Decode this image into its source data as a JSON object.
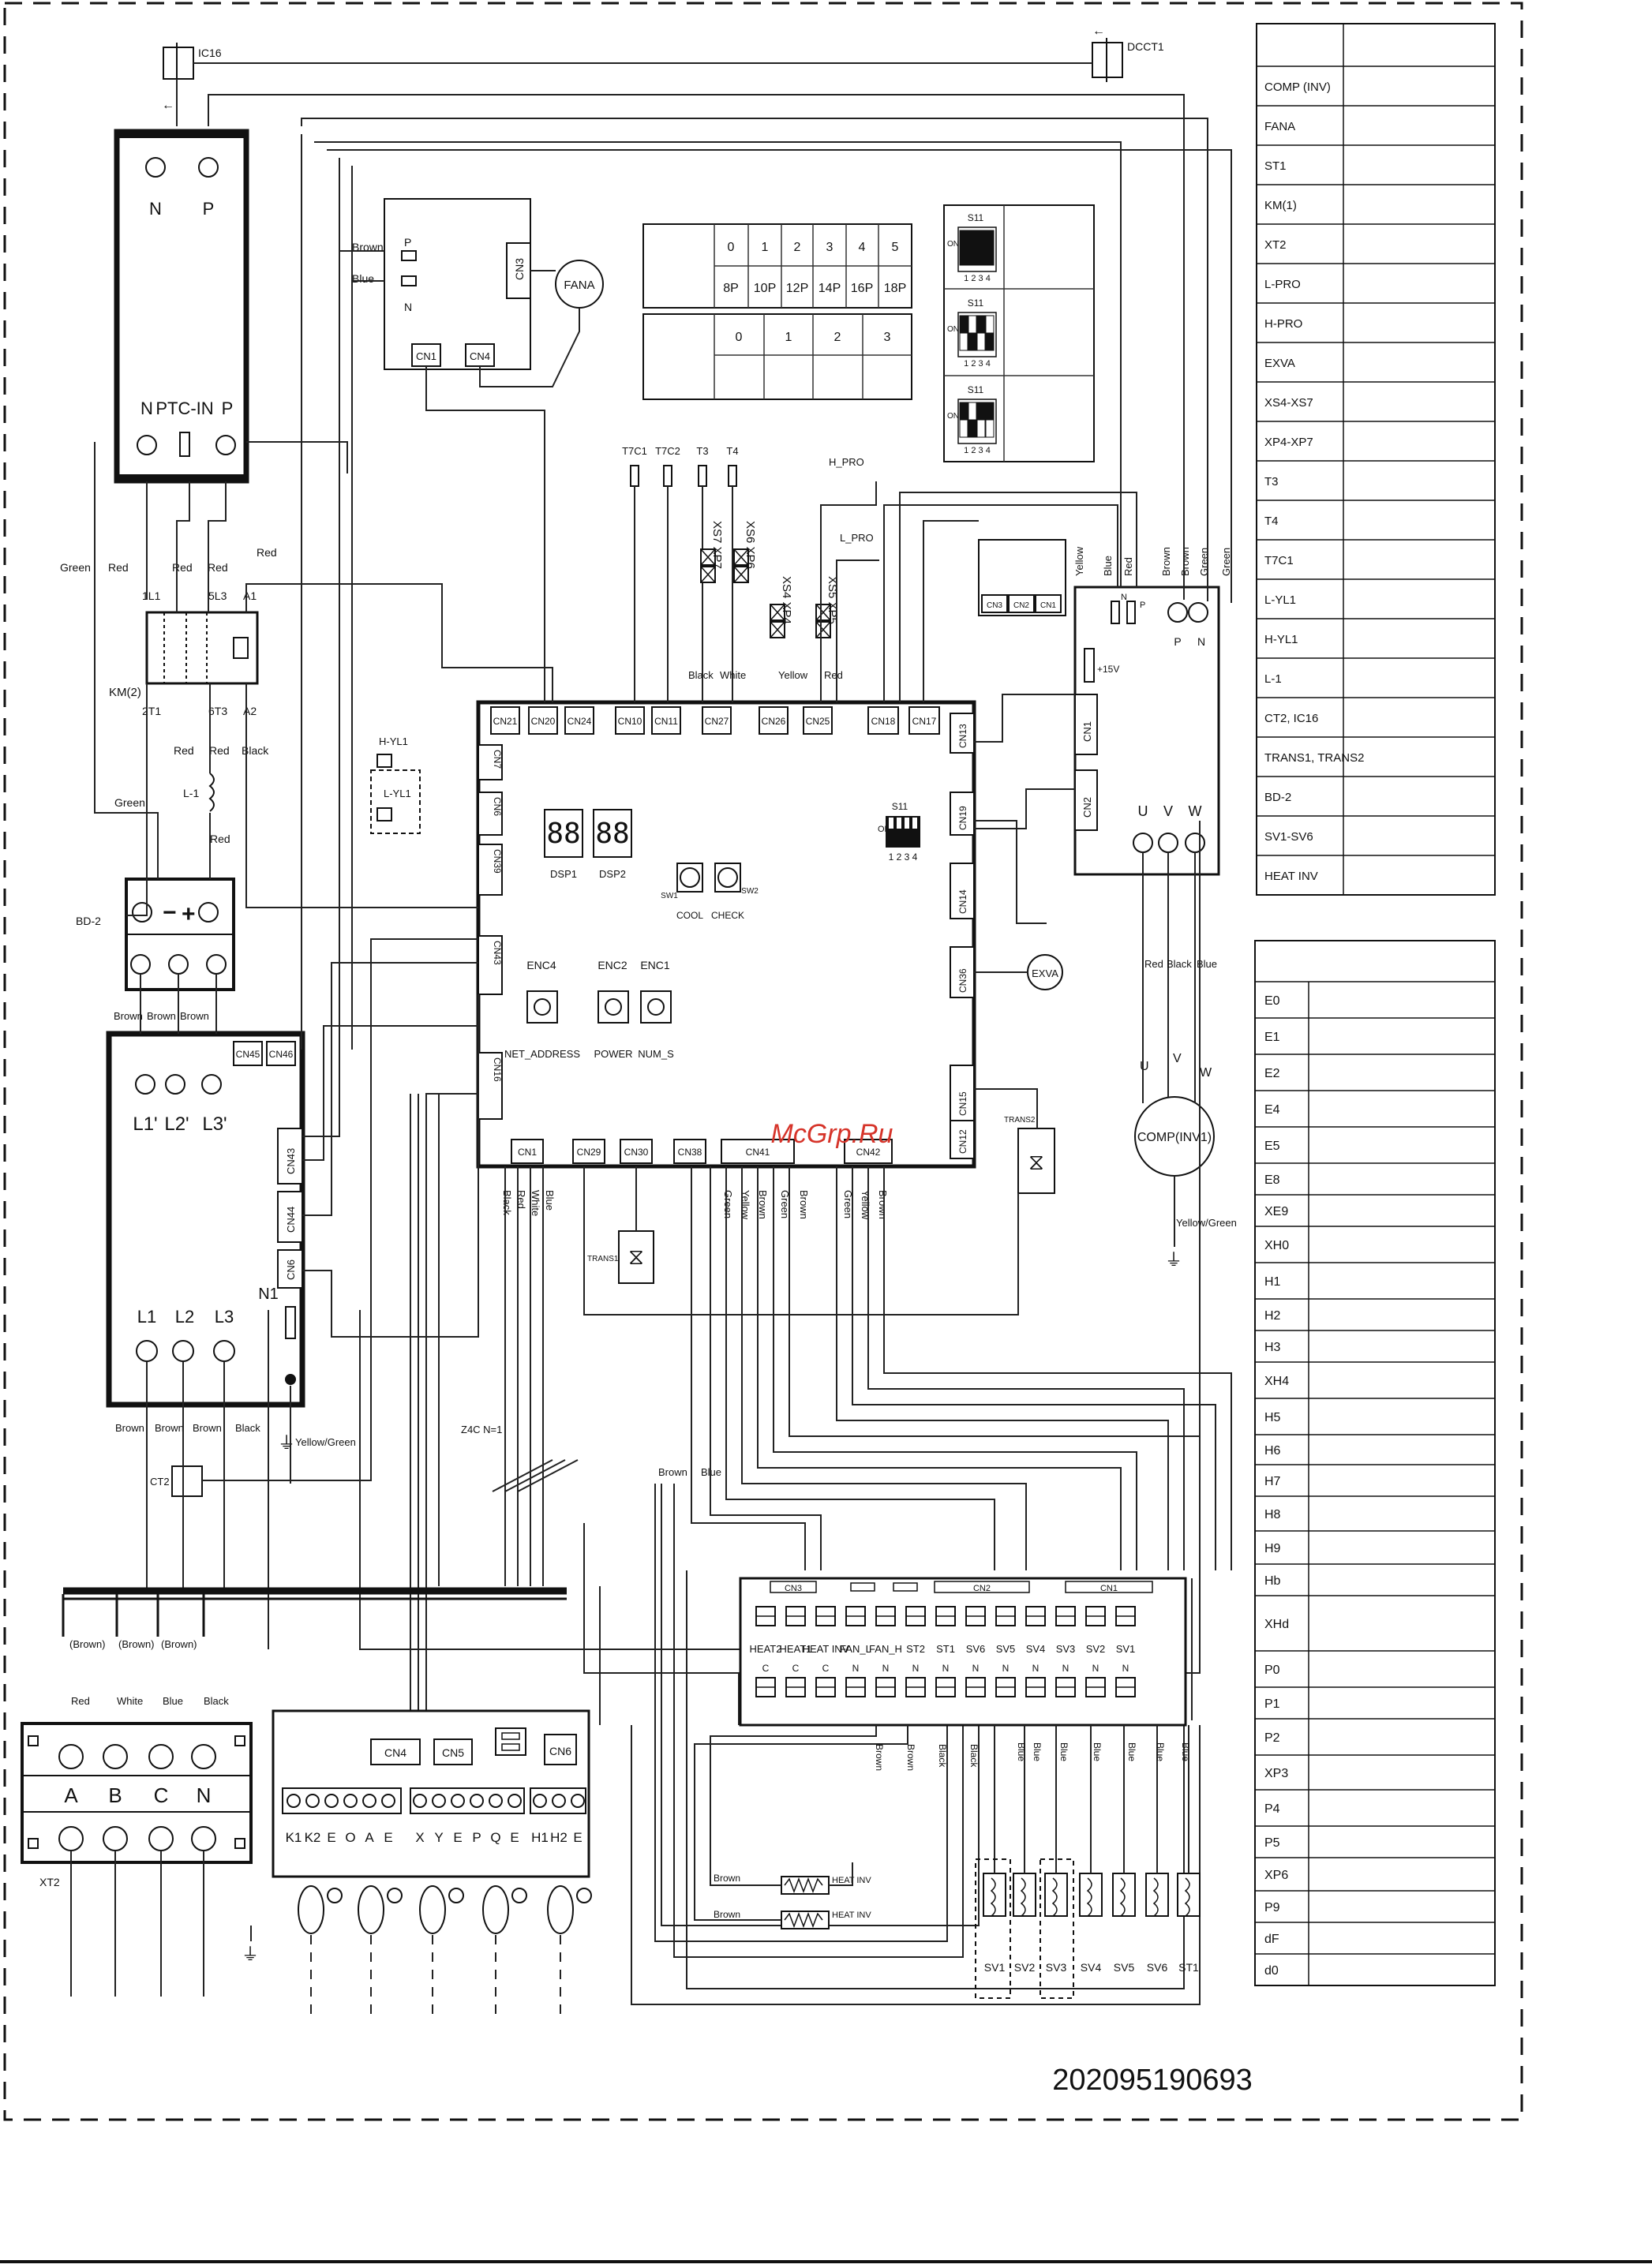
{
  "legend1": {
    "rows": [
      "COMP (INV)",
      "FANA",
      "ST1",
      "KM(1)",
      "XT2",
      "L-PRO",
      "H-PRO",
      "EXVA",
      "XS4-XS7",
      "XP4-XP7",
      "T3",
      "T4",
      "T7C1",
      "L-YL1",
      "H-YL1",
      "L-1",
      "CT2, IC16",
      "TRANS1, TRANS2",
      "BD-2",
      "SV1-SV6",
      "HEAT INV"
    ]
  },
  "legend2": {
    "rows": [
      "E0",
      "E1",
      "E2",
      "E4",
      "E5",
      "E8",
      "XE9",
      "XH0",
      "H1",
      "H2",
      "H3",
      "XH4",
      "H5",
      "H6",
      "H7",
      "H8",
      "H9",
      "Hb",
      "XHd",
      "P0",
      "P1",
      "P2",
      "XP3",
      "P4",
      "P5",
      "XP6",
      "P9",
      "dF",
      "d0"
    ]
  },
  "capacity_table": {
    "row1": [
      "0",
      "1",
      "2",
      "3",
      "4",
      "5"
    ],
    "row2": [
      "8P",
      "10P",
      "12P",
      "14P",
      "16P",
      "18P"
    ],
    "row3": [
      "0",
      "1",
      "2",
      "3"
    ]
  },
  "dip": {
    "label": "S11",
    "on": "ON",
    "pins": "1 2 3 4"
  },
  "watermark": "McGrp.Ru",
  "serial": "202095190693",
  "components": {
    "ic16": "IC16",
    "dcct1": "DCCT1",
    "fana": "FANA",
    "comp_inv1": "COMP(INV1)",
    "exva": "EXVA",
    "trans1": "TRANS1",
    "trans2": "TRANS2",
    "km2": "KM(2)",
    "l1": "L-1",
    "bd2": "BD-2",
    "ct2": "CT2",
    "xt2": "XT2",
    "hyl1": "H-YL1",
    "lyl1": "L-YL1",
    "h_pro": "H_PRO",
    "l_pro": "L_PRO",
    "plus15v": "+15V",
    "z4c": "Z4C  N=1",
    "yellow_green": "Yellow/Green"
  },
  "filter_box": {
    "top": [
      "N",
      "P"
    ],
    "bottom": [
      "N",
      "PTC-IN",
      "P"
    ]
  },
  "main_board": {
    "top_connectors": [
      "CN21",
      "CN20",
      "CN24",
      "CN10",
      "CN11",
      "CN27",
      "CN26",
      "CN25",
      "CN18",
      "CN17"
    ],
    "bottom_connectors": [
      "CN1",
      "CN29",
      "CN30",
      "CN38",
      "CN41",
      "CN42"
    ],
    "left_connectors": [
      "CN7",
      "CN6",
      "CN39",
      "CN43",
      "CN16"
    ],
    "right_connectors": [
      "CN13",
      "CN19",
      "CN14",
      "CN36",
      "CN15",
      "CN12"
    ],
    "dsp1": "DSP1",
    "dsp2": "DSP2",
    "sw1": "SW1",
    "sw2": "SW2",
    "cool": "COOL",
    "check": "CHECK",
    "enc4": "ENC4",
    "enc2": "ENC2",
    "enc1": "ENC1",
    "net_address": "NET_ADDRESS",
    "power": "POWER",
    "num_s": "NUM_S"
  },
  "sensors": [
    "T7C1",
    "T7C2",
    "T3",
    "T4"
  ],
  "connectors_xs": [
    "XS7 XP7",
    "XS6 XP6",
    "XS4 XP4",
    "XS5 XP5"
  ],
  "fan_board": {
    "p": "P",
    "n": "N",
    "cn1": "CN1",
    "cn4": "CN4",
    "cn3": "CN3"
  },
  "inverter_board": {
    "cn_top": [
      "CN3",
      "CN2",
      "CN1"
    ],
    "cn_side": [
      "CN1",
      "CN2"
    ],
    "uvw": [
      "U",
      "V",
      "W"
    ],
    "pn": [
      "P",
      "N"
    ]
  },
  "power_module": {
    "top": [
      "L1'",
      "L2'",
      "L3'"
    ],
    "bottom": [
      "L1",
      "L2",
      "L3"
    ],
    "cn": [
      "CN45",
      "CN46",
      "CN43",
      "CN44",
      "CN6"
    ],
    "n1": "N1"
  },
  "xt2_block": {
    "top": [
      "A",
      "B",
      "C",
      "N"
    ],
    "wires": [
      "Red",
      "White",
      "Blue",
      "Black"
    ],
    "sleeves": [
      "(Brown)",
      "(Brown)",
      "(Brown)"
    ]
  },
  "comm_board": {
    "cn": [
      "CN4",
      "CN5",
      "CN6"
    ],
    "terminals": [
      "K1",
      "K2",
      "E",
      "O",
      "A",
      "E",
      "X",
      "Y",
      "E",
      "P",
      "Q",
      "E",
      "H1",
      "H2",
      "E"
    ]
  },
  "relay_board": {
    "cn": [
      "CN3",
      "CN2",
      "CN1"
    ],
    "labels": [
      "HEAT2",
      "HEAT1",
      "HEAT INV",
      "FAN_L",
      "FAN_H",
      "ST2",
      "ST1",
      "SV6",
      "SV5",
      "SV4",
      "SV3",
      "SV2",
      "SV1"
    ],
    "lower": [
      "C",
      "C",
      "C",
      "N",
      "N",
      "N",
      "N",
      "N",
      "N",
      "N",
      "N",
      "N",
      "N"
    ]
  },
  "valves": [
    "SV1",
    "SV2",
    "SV3",
    "SV4",
    "SV5",
    "SV6",
    "ST1"
  ],
  "heaters": [
    "HEAT INV",
    "HEAT INV"
  ],
  "wire_colors": {
    "brown": "Brown",
    "blue": "Blue",
    "red": "Red",
    "green": "Green",
    "black": "Black",
    "white": "White",
    "yellow": "Yellow"
  }
}
